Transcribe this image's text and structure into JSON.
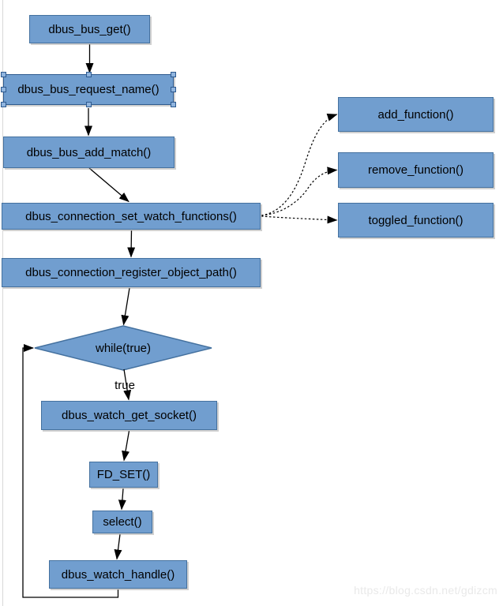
{
  "diagram": {
    "watermark": "https://blog.csdn.net/gdizcm",
    "nodes": {
      "dbus_bus_get": {
        "label": "dbus_bus_get()"
      },
      "dbus_bus_request_name": {
        "label": "dbus_bus_request_name()"
      },
      "dbus_bus_add_match": {
        "label": "dbus_bus_add_match()"
      },
      "dbus_connection_set_watch_functions": {
        "label": "dbus_connection_set_watch_functions()"
      },
      "dbus_connection_register_object_path": {
        "label": "dbus_connection_register_object_path()"
      },
      "while_true": {
        "label": "while(true)"
      },
      "dbus_watch_get_socket": {
        "label": "dbus_watch_get_socket()"
      },
      "fd_set": {
        "label": "FD_SET()"
      },
      "select_call": {
        "label": "select()"
      },
      "dbus_watch_handle": {
        "label": "dbus_watch_handle()"
      },
      "add_function": {
        "label": "add_function()"
      },
      "remove_function": {
        "label": "remove_function()"
      },
      "toggled_function": {
        "label": "toggled_function()"
      }
    },
    "edge_labels": {
      "while_true_branch": "true"
    },
    "colors": {
      "node_fill": "#719ECF",
      "node_border": "#44719F",
      "edge_stroke": "#000000",
      "selection_handle_fill": "#8FB4DE",
      "selection_handle_border": "#2E5A8F",
      "page_edge": "#D8D8D8",
      "watermark": "#E9E9E9"
    }
  }
}
